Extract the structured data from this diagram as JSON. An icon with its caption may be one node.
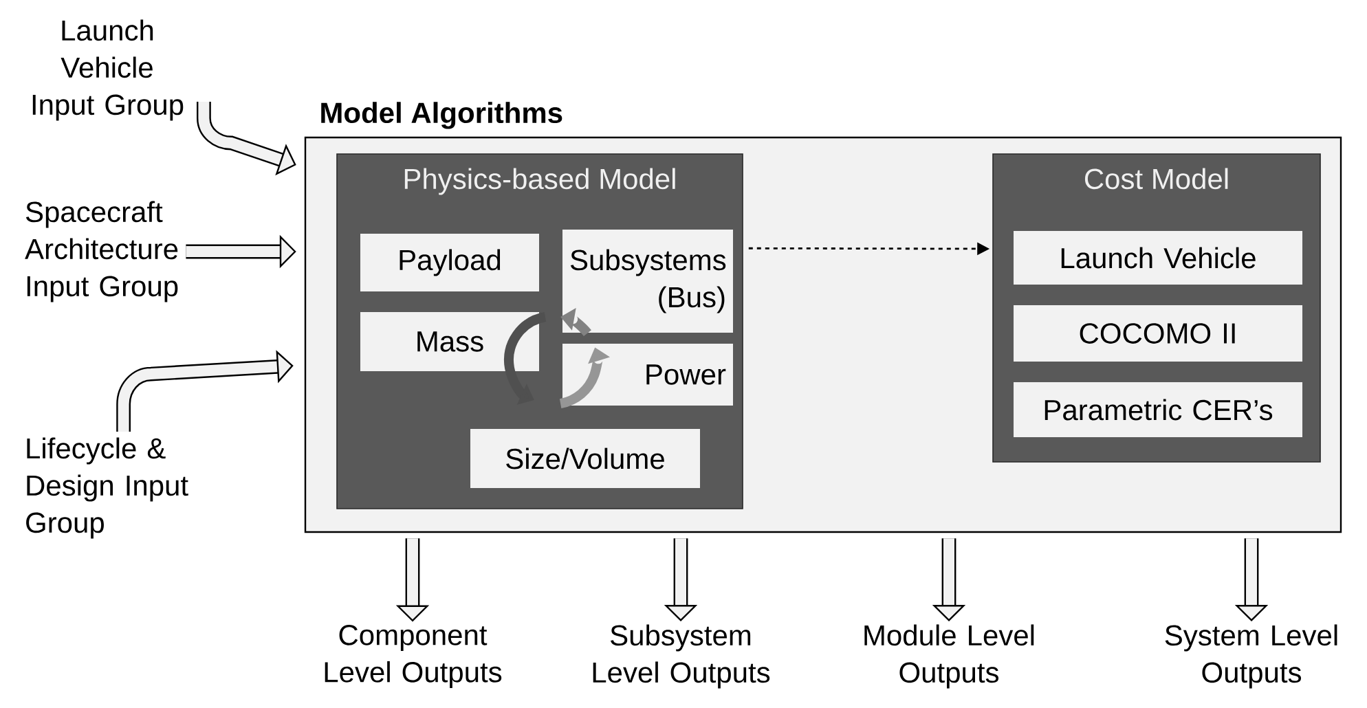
{
  "diagram": {
    "nodes": [
      {
        "text": [
          "Model Algorithms"
        ]
      },
      {
        "text": [
          "Physics-based Model"
        ],
        "in": 0
      },
      {
        "text": [
          "Payload"
        ],
        "in": 1
      },
      {
        "text": [
          "Subsystems (Bus)"
        ],
        "in": 1
      },
      {
        "text": [
          "Mass"
        ],
        "in": 1
      },
      {
        "text": [
          "Power"
        ],
        "in": 1
      },
      {
        "text": [
          "Size/Volume"
        ],
        "in": 1
      },
      {
        "text": [
          "Cost Model"
        ],
        "in": 0
      },
      {
        "text": [
          "Launch Vehicle"
        ],
        "in": 7
      },
      {
        "text": [
          "COCOMO II"
        ],
        "in": 7
      },
      {
        "text": [
          "Parametric CER’s"
        ],
        "in": 7
      },
      {
        "text": [
          "Launch Vehicle Input Group"
        ]
      },
      {
        "text": [
          "Spacecraft Architecture Input Group"
        ]
      },
      {
        "text": [
          "Lifecycle & Design Input Group"
        ]
      },
      {
        "text": [
          "Component Level Outputs"
        ]
      },
      {
        "text": [
          "Subsystem Level Outputs"
        ]
      },
      {
        "text": [
          "Module Level Outputs"
        ]
      },
      {
        "text": [
          "System Level Outputs"
        ]
      }
    ],
    "edges": [
      {
        "from": 11,
        "to": 0,
        "arrow": "to"
      },
      {
        "from": 12,
        "to": 0,
        "arrow": "to"
      },
      {
        "from": 13,
        "to": 0,
        "arrow": "to"
      },
      {
        "from": 1,
        "to": 7,
        "arrow": "to",
        "style": "dashed"
      },
      {
        "from": 0,
        "to": 14,
        "arrow": "to"
      },
      {
        "from": 0,
        "to": 15,
        "arrow": "to"
      },
      {
        "from": 0,
        "to": 16,
        "arrow": "to"
      },
      {
        "from": 0,
        "to": 17,
        "arrow": "to"
      }
    ]
  }
}
